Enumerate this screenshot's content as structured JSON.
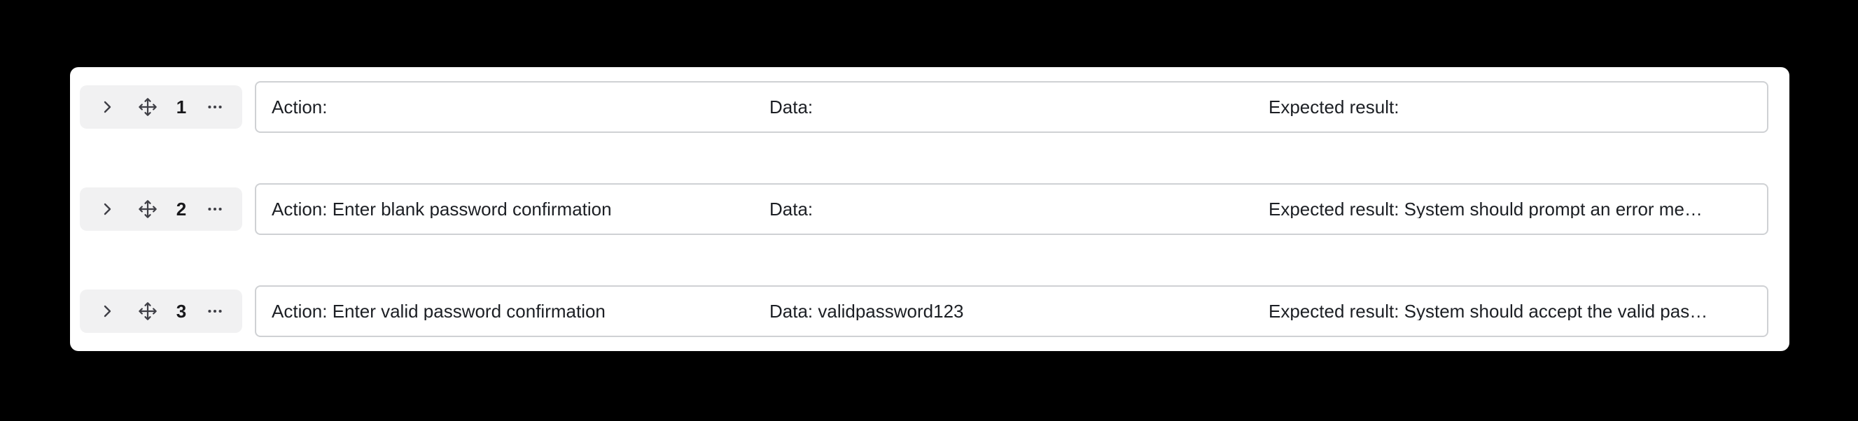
{
  "icons": {
    "expand": "chevron-right",
    "drag": "move-arrows",
    "menu": "ellipsis"
  },
  "colors": {
    "background": "#000000",
    "panel": "#ffffff",
    "controls_bg": "#f1f1f2",
    "box_border": "#cfd1d4",
    "text": "#1c1f24"
  },
  "rows": [
    {
      "number": "1",
      "action": "Action:",
      "data": "Data:",
      "expected": "Expected result:"
    },
    {
      "number": "2",
      "action": "Action: Enter blank password confirmation",
      "data": "Data:",
      "expected": "Expected result: System should prompt an error me…"
    },
    {
      "number": "3",
      "action": "Action: Enter valid password confirmation",
      "data": "Data: validpassword123",
      "expected": "Expected result: System should accept the valid pas…"
    }
  ]
}
